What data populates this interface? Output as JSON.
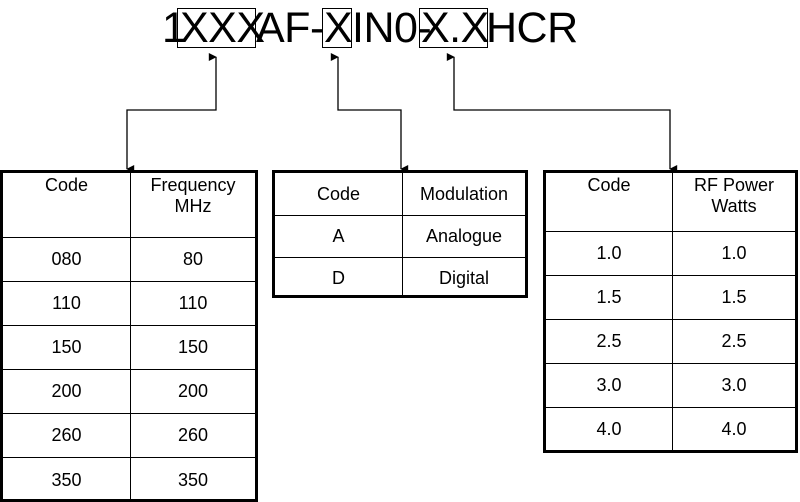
{
  "part_number": {
    "segments": [
      "1",
      "XXX",
      " AF-",
      "X",
      "IN0-",
      "X.X",
      " HCR"
    ],
    "boxed_segments": [
      "XXX",
      "X",
      "X.X"
    ]
  },
  "frequency_table": {
    "headers": [
      "Code",
      "Frequency MHz"
    ],
    "rows": [
      [
        "080",
        "80"
      ],
      [
        "110",
        "110"
      ],
      [
        "150",
        "150"
      ],
      [
        "200",
        "200"
      ],
      [
        "260",
        "260"
      ],
      [
        "350",
        "350"
      ]
    ]
  },
  "modulation_table": {
    "headers": [
      "Code",
      "Modulation"
    ],
    "rows": [
      [
        "A",
        "Analogue"
      ],
      [
        "D",
        "Digital"
      ]
    ]
  },
  "power_table": {
    "headers": [
      "Code",
      "RF Power Watts"
    ],
    "rows": [
      [
        "1.0",
        "1.0"
      ],
      [
        "1.5",
        "1.5"
      ],
      [
        "2.5",
        "2.5"
      ],
      [
        "3.0",
        "3.0"
      ],
      [
        "4.0",
        "4.0"
      ]
    ]
  }
}
